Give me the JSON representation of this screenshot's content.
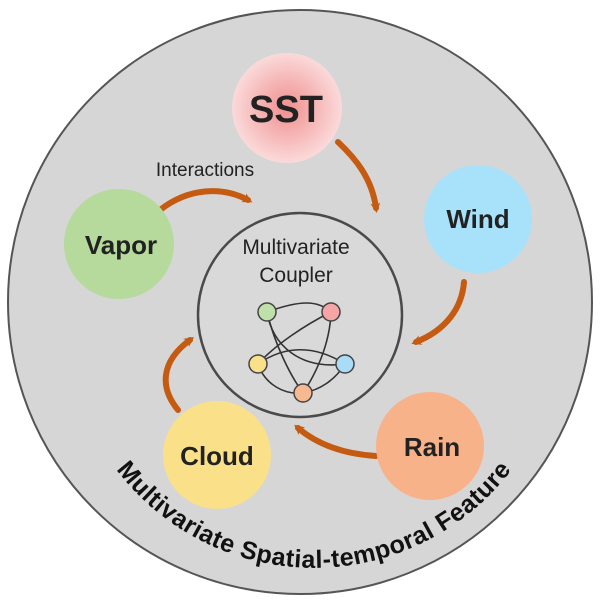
{
  "outer_label": "Multivariate Spatial-temporal Feature",
  "interactions_label": "Interactions",
  "coupler": {
    "line1": "Multivariate",
    "line2": "Coupler",
    "mini_nodes": [
      {
        "color": "#bfe0a8"
      },
      {
        "color": "#f5a5a5"
      },
      {
        "color": "#a9dcf7"
      },
      {
        "color": "#f7b98f"
      },
      {
        "color": "#f9e08a"
      }
    ]
  },
  "variables": [
    {
      "id": "sst",
      "label": "SST",
      "color": "#f08f8f",
      "glow": "#fbdada"
    },
    {
      "id": "wind",
      "label": "Wind",
      "color": "#a8e2fa"
    },
    {
      "id": "rain",
      "label": "Rain",
      "color": "#f7b28a"
    },
    {
      "id": "cloud",
      "label": "Cloud",
      "color": "#fbe08a"
    },
    {
      "id": "vapor",
      "label": "Vapor",
      "color": "#b5da9c"
    }
  ],
  "colors": {
    "outer_disk": "#d6d6d6",
    "coupler_disk": "#d9d9d9",
    "arrow": "#c55a11"
  }
}
